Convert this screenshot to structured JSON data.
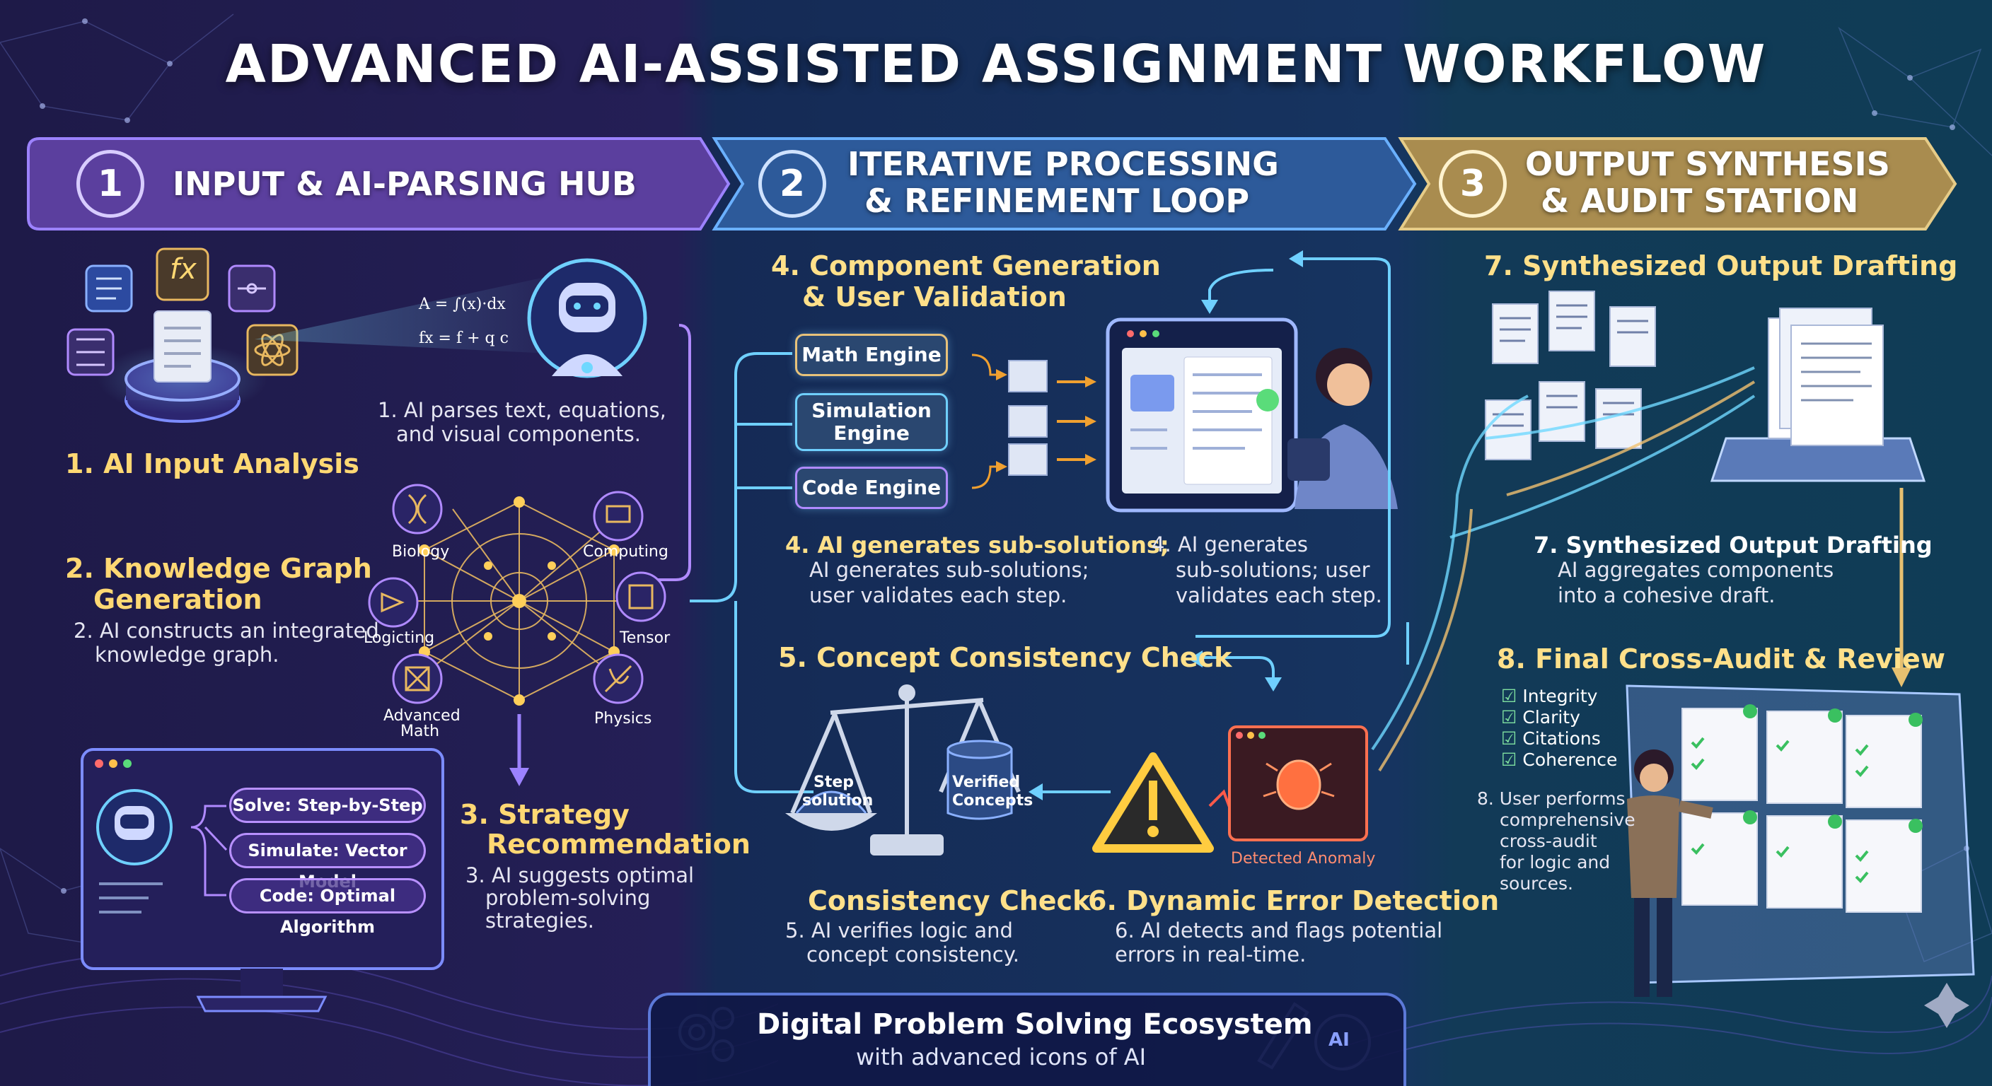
{
  "title": "ADVANCED AI-ASSISTED ASSIGNMENT WORKFLOW",
  "stages": [
    {
      "number": "1",
      "label": "INPUT & AI-PARSING HUB"
    },
    {
      "number": "2",
      "label_line1": "ITERATIVE PROCESSING",
      "label_line2": "& REFINEMENT LOOP"
    },
    {
      "number": "3",
      "label_line1": "OUTPUT SYNTHESIS",
      "label_line2": "& AUDIT STATION"
    }
  ],
  "input_hub": {
    "parse_note_line1": "1. AI parses text, equations,",
    "parse_note_line2": "and visual components.",
    "equation_line1": "A = ∫(x)·dx",
    "equation_line2": "fx = f + q c",
    "fx_label": "fx",
    "step1_heading": "1. AI Input Analysis",
    "step2_heading_line1": "2. Knowledge Graph",
    "step2_heading_line2": "Generation",
    "step2_desc_line1": "2. AI constructs an integrated",
    "step2_desc_line2": "knowledge graph.",
    "graph_nodes": {
      "biology": "Biology",
      "computing": "Computing",
      "logicting": "Logicting",
      "tensor": "Tensor",
      "advanced_math_line1": "Advanced",
      "advanced_math_line2": "Math",
      "physics": "Physics"
    },
    "strategies": [
      "Solve: Step-by-Step",
      "Simulate: Vector Model",
      "Code: Optimal Algorithm"
    ],
    "step3_heading_line1": "3. Strategy",
    "step3_heading_line2": "Recommendation",
    "step3_desc_line1": "3. AI suggests optimal",
    "step3_desc_line2": "problem-solving",
    "step3_desc_line3": "strategies."
  },
  "processing": {
    "step4_heading_line1": "4. Component Generation",
    "step4_heading_line2": "& User Validation",
    "engines": {
      "math": "Math Engine",
      "simulation_line1": "Simulation",
      "simulation_line2": "Engine",
      "code": "Code Engine"
    },
    "step4_left_heading": "4. AI generates sub-solutions;",
    "step4_left_line2": "AI generates sub-solutions;",
    "step4_left_line3": "user validates each step.",
    "step4_right_line1": "4. AI generates",
    "step4_right_line2": "sub-solutions; user",
    "step4_right_line3": "validates each step.",
    "step5_heading": "5. Concept Consistency Check",
    "scale_left_line1": "Step",
    "scale_left_line2": "solution",
    "scale_right_line1": "Verified",
    "scale_right_line2": "Concepts",
    "anomaly_label": "Detected Anomaly",
    "consistency_heading": "Consistency Check",
    "consistency_desc_line1": "5. AI verifies logic and",
    "consistency_desc_line2": "concept consistency.",
    "step6_heading": "6. Dynamic Error Detection",
    "step6_desc_line1": "6. AI detects and flags potential",
    "step6_desc_line2": "errors in real-time."
  },
  "output": {
    "step7_heading": "7. Synthesized Output Drafting",
    "step7_sub_heading": "7. Synthesized Output Drafting",
    "step7_desc_line1": "AI aggregates components",
    "step7_desc_line2": "into a cohesive draft.",
    "step8_heading": "8. Final Cross-Audit & Review",
    "checklist": [
      "Integrity",
      "Clarity",
      "Citations",
      "Coherence"
    ],
    "step8_desc_line1": "8. User performs",
    "step8_desc_line2": "comprehensive",
    "step8_desc_line3": "cross-audit",
    "step8_desc_line4": "for logic and",
    "step8_desc_line5": "sources."
  },
  "footer": {
    "title": "Digital Problem Solving Ecosystem",
    "subtitle": "with advanced icons of AI",
    "ai_badge": "AI"
  },
  "colors": {
    "stage1": "#5b3f9e",
    "stage2": "#2d5a9a",
    "stage3": "#a98c4f",
    "heading": "#ffd873",
    "accent_blue": "#6fd0ff",
    "accent_orange": "#f0a030"
  }
}
